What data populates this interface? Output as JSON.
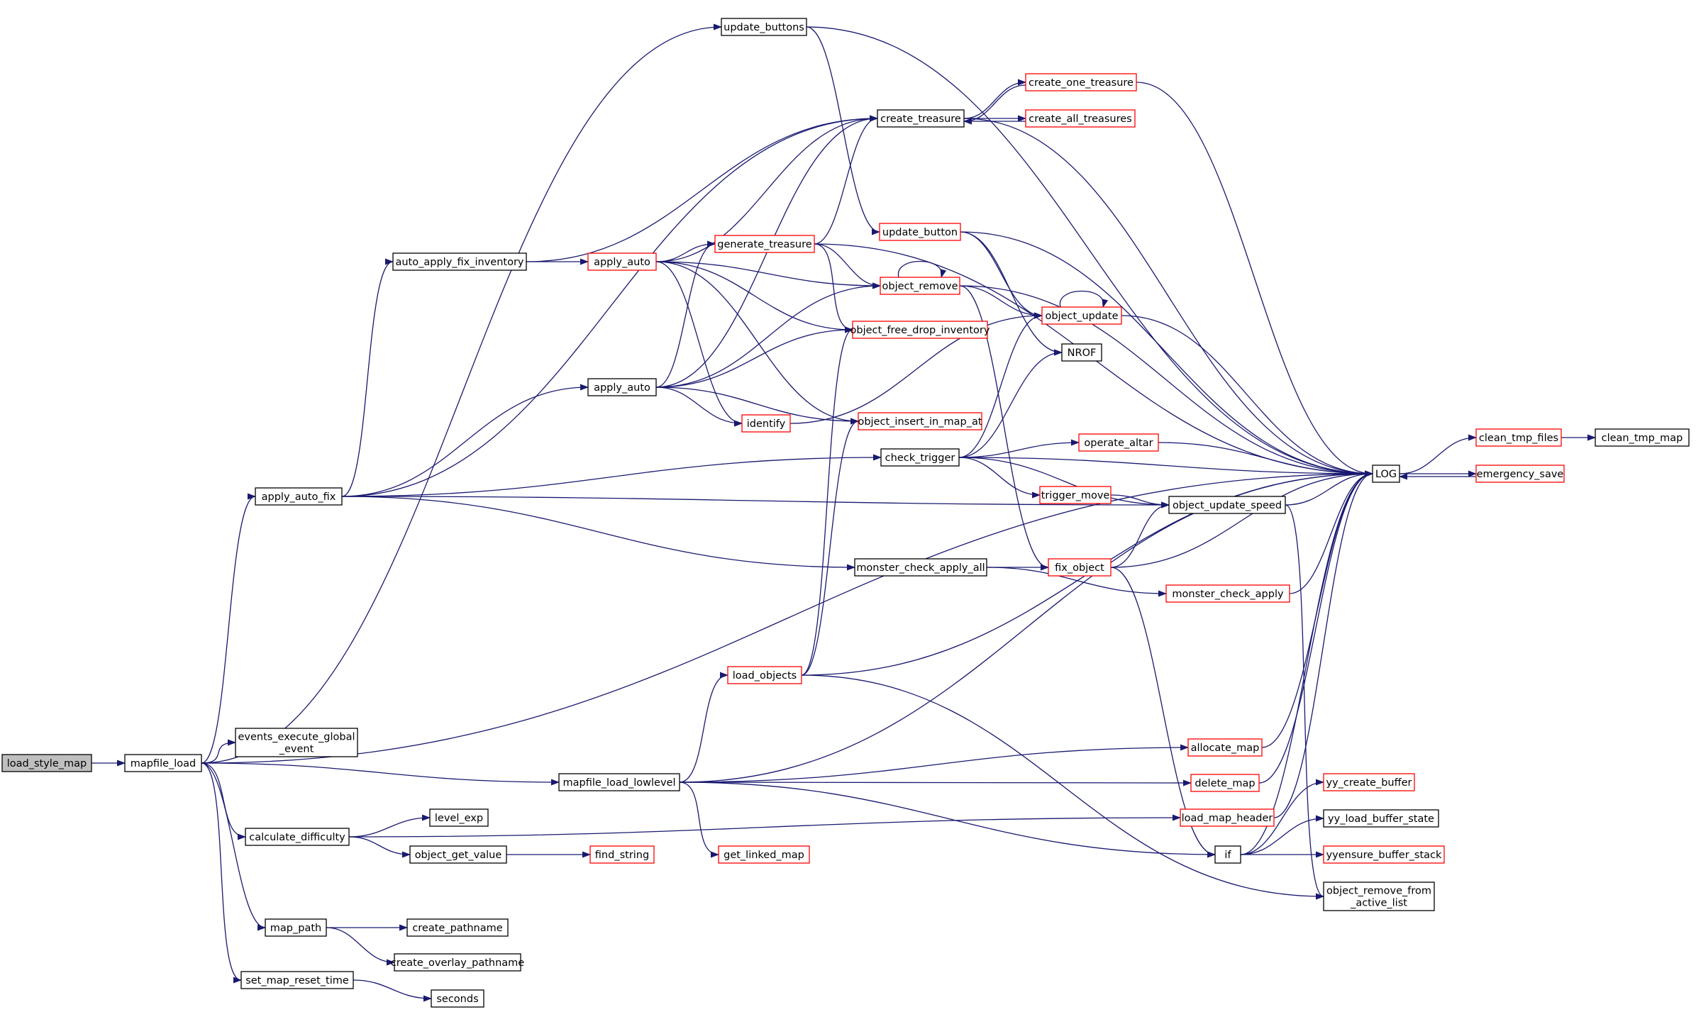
{
  "colors": {
    "edge": "#191970",
    "border_plain": "#000000",
    "border_truncated": "#ff0000",
    "fill_root": "#bfbfbf",
    "fill_default": "#ffffff"
  },
  "nodes": [
    {
      "id": "load_style_map",
      "label": "load_style_map",
      "style": "root"
    },
    {
      "id": "mapfile_load",
      "label": "mapfile_load",
      "style": "plain"
    },
    {
      "id": "events_execute_global_event",
      "label": "events_execute_global\n_event",
      "style": "plain"
    },
    {
      "id": "apply_auto_fix",
      "label": "apply_auto_fix",
      "style": "plain"
    },
    {
      "id": "update_buttons",
      "label": "update_buttons",
      "style": "plain"
    },
    {
      "id": "create_treasure",
      "label": "create_treasure",
      "style": "plain"
    },
    {
      "id": "create_one_treasure",
      "label": "create_one_treasure",
      "style": "truncated"
    },
    {
      "id": "create_all_treasures",
      "label": "create_all_treasures",
      "style": "truncated"
    },
    {
      "id": "update_button",
      "label": "update_button",
      "style": "truncated"
    },
    {
      "id": "auto_apply_fix_inventory",
      "label": "auto_apply_fix_inventory",
      "style": "plain"
    },
    {
      "id": "apply_auto_1",
      "label": "apply_auto",
      "style": "truncated"
    },
    {
      "id": "generate_treasure",
      "label": "generate_treasure",
      "style": "truncated"
    },
    {
      "id": "object_remove",
      "label": "object_remove",
      "style": "truncated"
    },
    {
      "id": "object_update",
      "label": "object_update",
      "style": "truncated"
    },
    {
      "id": "object_free_drop_inventory",
      "label": "object_free_drop_inventory",
      "style": "truncated"
    },
    {
      "id": "NROF",
      "label": "NROF",
      "style": "plain"
    },
    {
      "id": "apply_auto_2",
      "label": "apply_auto",
      "style": "plain"
    },
    {
      "id": "identify",
      "label": "identify",
      "style": "truncated"
    },
    {
      "id": "object_insert_in_map_at",
      "label": "object_insert_in_map_at",
      "style": "truncated"
    },
    {
      "id": "check_trigger",
      "label": "check_trigger",
      "style": "plain"
    },
    {
      "id": "operate_altar",
      "label": "operate_altar",
      "style": "truncated"
    },
    {
      "id": "trigger_move",
      "label": "trigger_move",
      "style": "truncated"
    },
    {
      "id": "object_update_speed",
      "label": "object_update_speed",
      "style": "plain"
    },
    {
      "id": "LOG",
      "label": "LOG",
      "style": "plain"
    },
    {
      "id": "clean_tmp_files",
      "label": "clean_tmp_files",
      "style": "truncated"
    },
    {
      "id": "clean_tmp_map",
      "label": "clean_tmp_map",
      "style": "plain"
    },
    {
      "id": "emergency_save",
      "label": "emergency_save",
      "style": "truncated"
    },
    {
      "id": "monster_check_apply_all",
      "label": "monster_check_apply_all",
      "style": "plain"
    },
    {
      "id": "fix_object",
      "label": "fix_object",
      "style": "truncated"
    },
    {
      "id": "monster_check_apply",
      "label": "monster_check_apply",
      "style": "truncated"
    },
    {
      "id": "load_objects",
      "label": "load_objects",
      "style": "truncated"
    },
    {
      "id": "allocate_map",
      "label": "allocate_map",
      "style": "truncated"
    },
    {
      "id": "mapfile_load_lowlevel",
      "label": "mapfile_load_lowlevel",
      "style": "plain"
    },
    {
      "id": "delete_map",
      "label": "delete_map",
      "style": "truncated"
    },
    {
      "id": "yy_create_buffer",
      "label": "yy_create_buffer",
      "style": "truncated"
    },
    {
      "id": "yy_load_buffer_state",
      "label": "yy_load_buffer_state",
      "style": "plain"
    },
    {
      "id": "load_map_header",
      "label": "load_map_header",
      "style": "truncated"
    },
    {
      "id": "level_exp",
      "label": "level_exp",
      "style": "plain"
    },
    {
      "id": "calculate_difficulty",
      "label": "calculate_difficulty",
      "style": "plain"
    },
    {
      "id": "get_linked_map",
      "label": "get_linked_map",
      "style": "truncated"
    },
    {
      "id": "if",
      "label": "if",
      "style": "plain"
    },
    {
      "id": "yyensure_buffer_stack",
      "label": "yyensure_buffer_stack",
      "style": "truncated"
    },
    {
      "id": "object_get_value",
      "label": "object_get_value",
      "style": "plain"
    },
    {
      "id": "find_string",
      "label": "find_string",
      "style": "truncated"
    },
    {
      "id": "object_remove_from_active_list",
      "label": "object_remove_from\n_active_list",
      "style": "plain"
    },
    {
      "id": "map_path",
      "label": "map_path",
      "style": "plain"
    },
    {
      "id": "create_pathname",
      "label": "create_pathname",
      "style": "plain"
    },
    {
      "id": "create_overlay_pathname",
      "label": "create_overlay_pathname",
      "style": "plain"
    },
    {
      "id": "set_map_reset_time",
      "label": "set_map_reset_time",
      "style": "plain"
    },
    {
      "id": "seconds",
      "label": "seconds",
      "style": "plain"
    }
  ],
  "edges": [
    [
      "load_style_map",
      "mapfile_load"
    ],
    [
      "mapfile_load",
      "events_execute_global_event"
    ],
    [
      "mapfile_load",
      "apply_auto_fix"
    ],
    [
      "mapfile_load",
      "update_buttons"
    ],
    [
      "mapfile_load",
      "LOG"
    ],
    [
      "mapfile_load",
      "mapfile_load_lowlevel"
    ],
    [
      "mapfile_load",
      "calculate_difficulty"
    ],
    [
      "mapfile_load",
      "map_path"
    ],
    [
      "mapfile_load",
      "set_map_reset_time"
    ],
    [
      "apply_auto_fix",
      "create_treasure"
    ],
    [
      "apply_auto_fix",
      "auto_apply_fix_inventory"
    ],
    [
      "apply_auto_fix",
      "apply_auto_2"
    ],
    [
      "apply_auto_fix",
      "check_trigger"
    ],
    [
      "apply_auto_fix",
      "object_update_speed"
    ],
    [
      "apply_auto_fix",
      "monster_check_apply_all"
    ],
    [
      "update_buttons",
      "LOG"
    ],
    [
      "update_buttons",
      "update_button"
    ],
    [
      "create_treasure",
      "create_one_treasure"
    ],
    [
      "create_treasure",
      "create_all_treasures"
    ],
    [
      "create_treasure",
      "LOG"
    ],
    [
      "create_one_treasure",
      "create_treasure"
    ],
    [
      "create_one_treasure",
      "LOG"
    ],
    [
      "create_all_treasures",
      "create_treasure"
    ],
    [
      "update_button",
      "object_update"
    ],
    [
      "update_button",
      "NROF"
    ],
    [
      "update_button",
      "LOG"
    ],
    [
      "auto_apply_fix_inventory",
      "create_treasure"
    ],
    [
      "auto_apply_fix_inventory",
      "apply_auto_1"
    ],
    [
      "apply_auto_1",
      "create_treasure"
    ],
    [
      "apply_auto_1",
      "generate_treasure"
    ],
    [
      "apply_auto_1",
      "object_remove"
    ],
    [
      "apply_auto_1",
      "object_free_drop_inventory"
    ],
    [
      "apply_auto_1",
      "identify"
    ],
    [
      "apply_auto_1",
      "object_insert_in_map_at"
    ],
    [
      "generate_treasure",
      "create_treasure"
    ],
    [
      "generate_treasure",
      "LOG"
    ],
    [
      "generate_treasure",
      "object_remove"
    ],
    [
      "generate_treasure",
      "object_free_drop_inventory"
    ],
    [
      "object_remove",
      "object_remove"
    ],
    [
      "object_remove",
      "object_update"
    ],
    [
      "object_remove",
      "LOG"
    ],
    [
      "object_remove",
      "fix_object"
    ],
    [
      "object_update",
      "object_update"
    ],
    [
      "object_update",
      "LOG"
    ],
    [
      "apply_auto_2",
      "create_treasure"
    ],
    [
      "apply_auto_2",
      "generate_treasure"
    ],
    [
      "apply_auto_2",
      "object_remove"
    ],
    [
      "apply_auto_2",
      "object_free_drop_inventory"
    ],
    [
      "apply_auto_2",
      "identify"
    ],
    [
      "apply_auto_2",
      "object_insert_in_map_at"
    ],
    [
      "identify",
      "object_update"
    ],
    [
      "check_trigger",
      "object_update"
    ],
    [
      "check_trigger",
      "NROF"
    ],
    [
      "check_trigger",
      "LOG"
    ],
    [
      "check_trigger",
      "operate_altar"
    ],
    [
      "check_trigger",
      "trigger_move"
    ],
    [
      "check_trigger",
      "object_update_speed"
    ],
    [
      "operate_altar",
      "LOG"
    ],
    [
      "trigger_move",
      "object_update_speed"
    ],
    [
      "object_update_speed",
      "LOG"
    ],
    [
      "object_update_speed",
      "object_remove_from_active_list"
    ],
    [
      "LOG",
      "clean_tmp_files"
    ],
    [
      "LOG",
      "emergency_save"
    ],
    [
      "clean_tmp_files",
      "clean_tmp_map"
    ],
    [
      "emergency_save",
      "LOG"
    ],
    [
      "monster_check_apply_all",
      "fix_object"
    ],
    [
      "monster_check_apply_all",
      "monster_check_apply"
    ],
    [
      "fix_object",
      "object_update_speed"
    ],
    [
      "fix_object",
      "LOG"
    ],
    [
      "fix_object",
      "if"
    ],
    [
      "monster_check_apply",
      "LOG"
    ],
    [
      "load_objects",
      "object_free_drop_inventory"
    ],
    [
      "load_objects",
      "object_insert_in_map_at"
    ],
    [
      "load_objects",
      "LOG"
    ],
    [
      "load_objects",
      "object_remove_from_active_list"
    ],
    [
      "mapfile_load_lowlevel",
      "load_objects"
    ],
    [
      "mapfile_load_lowlevel",
      "LOG"
    ],
    [
      "mapfile_load_lowlevel",
      "allocate_map"
    ],
    [
      "mapfile_load_lowlevel",
      "delete_map"
    ],
    [
      "mapfile_load_lowlevel",
      "get_linked_map"
    ],
    [
      "mapfile_load_lowlevel",
      "if"
    ],
    [
      "allocate_map",
      "LOG"
    ],
    [
      "delete_map",
      "LOG"
    ],
    [
      "load_map_header",
      "LOG"
    ],
    [
      "if",
      "yy_create_buffer"
    ],
    [
      "if",
      "yy_load_buffer_state"
    ],
    [
      "if",
      "yyensure_buffer_stack"
    ],
    [
      "if",
      "LOG"
    ],
    [
      "calculate_difficulty",
      "level_exp"
    ],
    [
      "calculate_difficulty",
      "object_get_value"
    ],
    [
      "calculate_difficulty",
      "load_map_header"
    ],
    [
      "object_get_value",
      "find_string"
    ],
    [
      "map_path",
      "create_pathname"
    ],
    [
      "map_path",
      "create_overlay_pathname"
    ],
    [
      "set_map_reset_time",
      "seconds"
    ]
  ]
}
